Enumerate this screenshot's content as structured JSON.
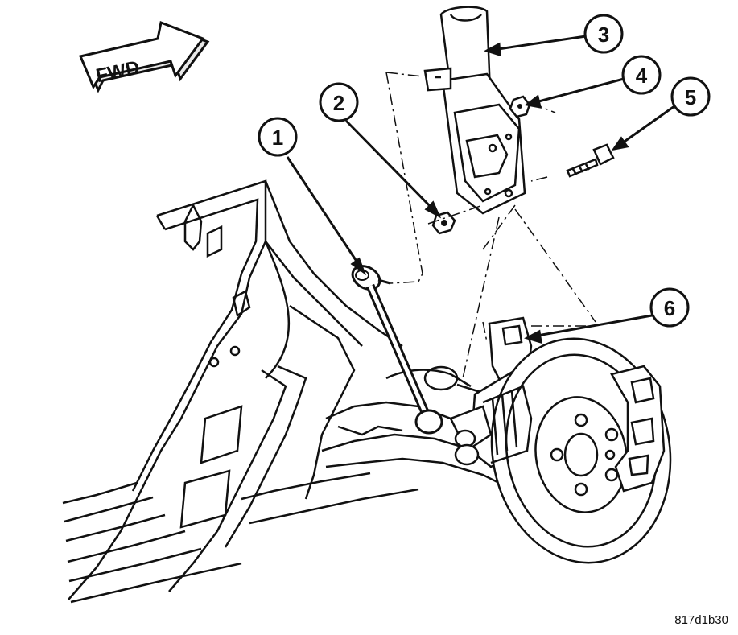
{
  "direction_indicator": {
    "label": "FWD"
  },
  "callouts": [
    {
      "number": "1"
    },
    {
      "number": "2"
    },
    {
      "number": "3"
    },
    {
      "number": "4"
    },
    {
      "number": "5"
    },
    {
      "number": "6"
    }
  ],
  "figure_id": "817d1b30",
  "colors": {
    "line": "#111111",
    "background": "#ffffff"
  }
}
